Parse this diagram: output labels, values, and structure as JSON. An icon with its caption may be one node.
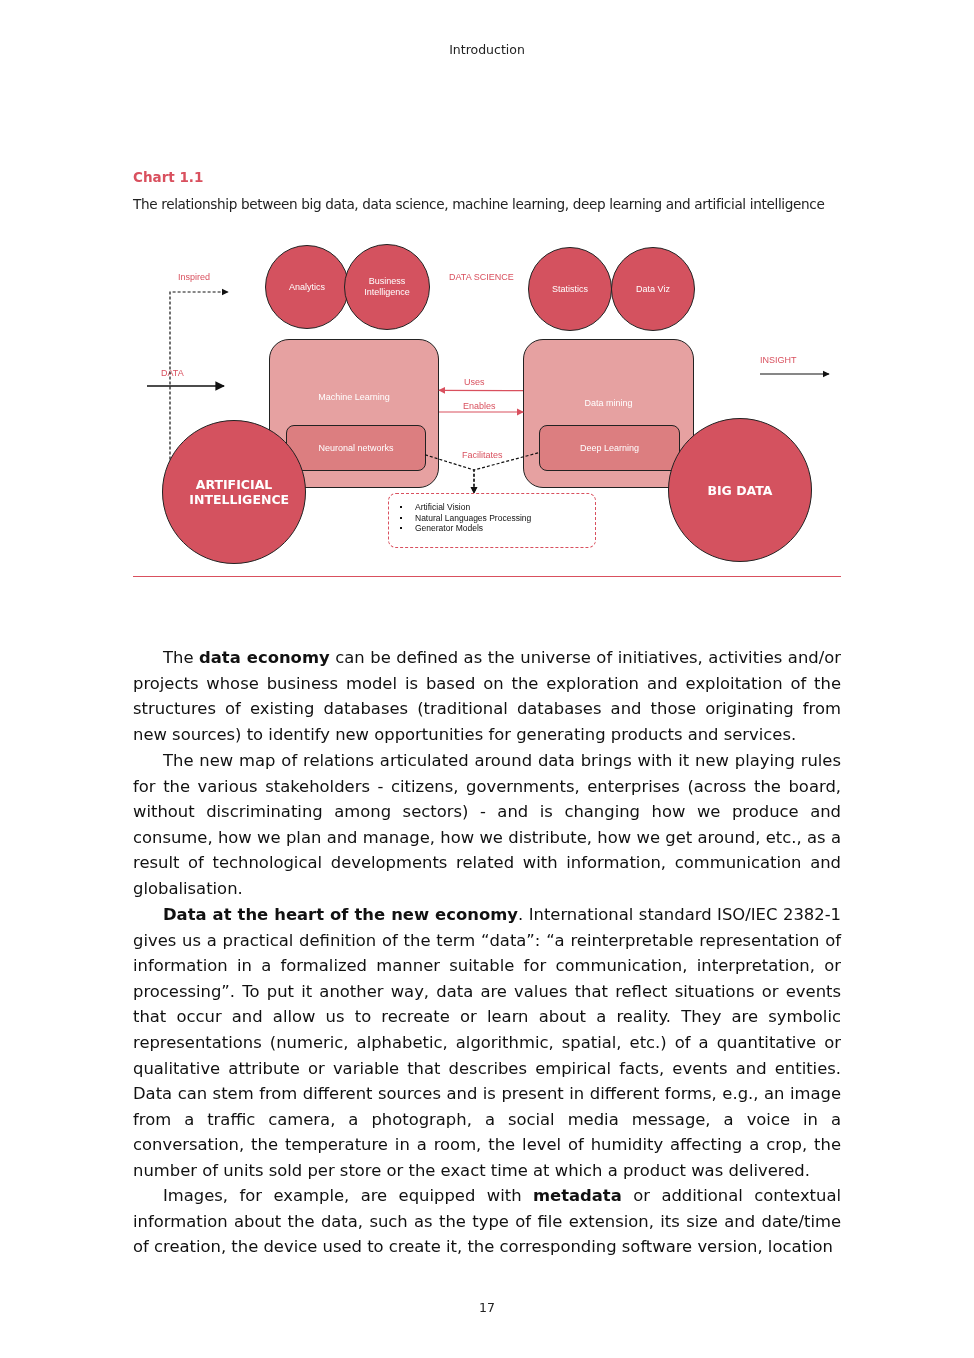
{
  "diagram": {
    "title": "Chart 1.1",
    "caption": "The relationship between big data, data science, machine learning, deep learning and artificial intelligence",
    "nodes": [
      {
        "text": [
          "Analytics"
        ]
      },
      {
        "text": [
          "Business Intelligence"
        ]
      },
      {
        "text": [
          "Statistics"
        ]
      },
      {
        "text": [
          "Data Viz"
        ]
      },
      {
        "text": [
          "Machine Learning"
        ]
      },
      {
        "text": [
          "Neuronal networks"
        ],
        "in": 4
      },
      {
        "text": [
          "Data mining"
        ]
      },
      {
        "text": [
          "Deep Learning"
        ],
        "in": 6
      },
      {
        "text": [
          "ARTIFICIAL INTELLIGENCE"
        ]
      },
      {
        "text": [
          "BIG DATA"
        ]
      },
      {
        "text": [
          "Artificial Vision",
          "Natural Languages Processing",
          "Generator Models"
        ]
      }
    ],
    "edges": [
      {
        "from": 8,
        "to": null,
        "arrow": "to",
        "label": "Inspired",
        "style": "dashed"
      },
      {
        "from": 6,
        "to": 4,
        "arrow": "to",
        "label": "Uses",
        "color": "#d9505e"
      },
      {
        "from": 4,
        "to": 6,
        "arrow": "to",
        "label": "Enables",
        "color": "#d9505e"
      },
      {
        "from": 5,
        "to": 10,
        "arrow": "to",
        "label": "Facilitates",
        "style": "dashed"
      },
      {
        "from": 7,
        "to": 10,
        "arrow": "to",
        "style": "dashed"
      }
    ],
    "labels": [
      "Introduction",
      "DATA SCIENCE",
      "DATA",
      "INSIGHT",
      "The **data economy** can be defined as the universe of initiatives, activities and/or projects whose business model is based on the exploration and exploitation of the structures of existing databases (traditional databases and those originating from new sources) to identify new opportunities for generating products and services.",
      "The new map of relations articulated around data brings with it new playing rules for the various stakeholders - citizens, governments, enterprises (across the board, without discriminating among sectors) - and is changing how we produce and consume, how we plan and manage, how we distribute, how we get around, etc., as a result of technological developments related with information, communication and globalisation.",
      "**Data at the heart of the new economy**. International standard ISO/IEC 2382-1 gives us a practical definition of the term “data”: “a reinterpretable representation of information in a formalized manner suitable for communication, interpretation, or processing”. To put it another way, data are values that reflect situations or events that occur and allow us to recreate or learn about a reality. They are symbolic representations (numeric, alphabetic, algorithmic, spatial, etc.) of a quantitative or qualitative attribute or variable that describes empirical facts, events and entities. Data can stem from different sources and is present in different forms, e.g., an image from a traffic camera, a photograph, a social media message, a voice in a conversation, the temperature in a room, the level of humidity affecting a crop, the number of units sold per store or the exact time at which a product was delivered.",
      "Images, for example, are equipped with **metadata** or additional contextual information about the data, such as the type of file extension, its size and date/time of creation, the device used to create it, the corresponding software version, location",
      "17"
    ]
  }
}
